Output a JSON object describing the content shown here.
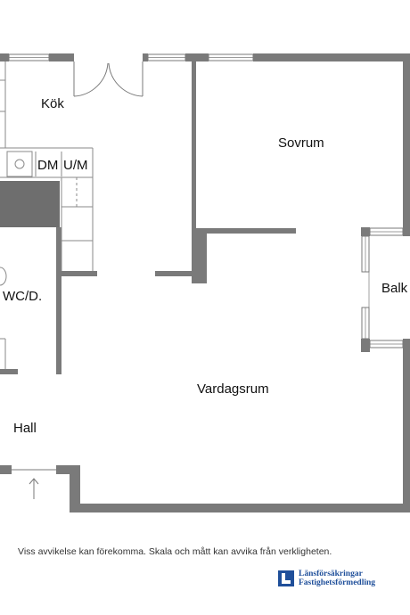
{
  "rooms": {
    "kok": "Kök",
    "sovrum": "Sovrum",
    "vardagsrum": "Vardagsrum",
    "hall": "Hall",
    "balk": "Balk",
    "wc": "WC/D.",
    "dm": "DM",
    "um": "U/M"
  },
  "footer": {
    "disclaimer": "Viss avvikelse kan förekomma. Skala och mått kan avvika från verkligheten.",
    "logo_line1": "Länsförsäkringar",
    "logo_line2": "Fastighetsförmedling"
  },
  "colors": {
    "wall": "#7a7a7a",
    "fill": "#6e6e6e",
    "brand": "#1f4f9a"
  }
}
